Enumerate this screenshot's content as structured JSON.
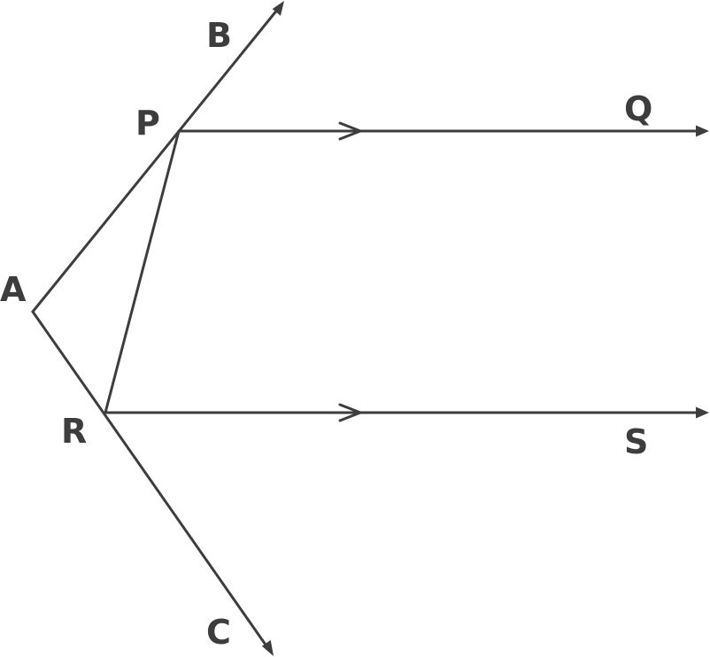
{
  "colors": {
    "ink": "#3d3d3d",
    "background": "#ffffff"
  },
  "points": {
    "A": "A",
    "B": "B",
    "C": "C",
    "P": "P",
    "Q": "Q",
    "R": "R",
    "S": "S"
  },
  "markers": {
    "parallel_marks": "PQ ∥ RS"
  }
}
